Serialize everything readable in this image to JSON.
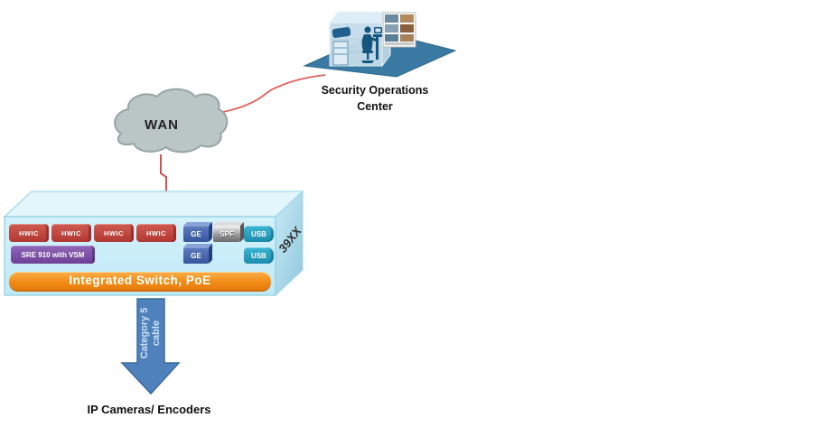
{
  "soc": {
    "line1": "Security Operations",
    "line2": "Center"
  },
  "wan": {
    "label": "WAN"
  },
  "router": {
    "model": "39XX",
    "hwic_modules": [
      "HWIC",
      "HWIC",
      "HWIC",
      "HWIC"
    ],
    "sre_module": "SRE 910 with VSM",
    "ge_modules": [
      "GE",
      "GE"
    ],
    "spf_module": "SPF",
    "usb_modules": [
      "USB",
      "USB"
    ],
    "switch_bar": "Integrated Switch, PoE"
  },
  "cable": {
    "line1": "Category 5",
    "line2": "cable"
  },
  "bottom_label": "IP Cameras/ Encoders",
  "icons": {
    "soc_illustration": "isometric-operations-center-with-operator-and-video-wall",
    "wan_cloud": "network-cloud",
    "router_chassis": "isometric-3d-router-box",
    "cable_arrow": "down-block-arrow",
    "connectors": "red-links"
  },
  "colors": {
    "hwic_red": "#c14540",
    "sre_purple": "#7d4fa0",
    "ge_blue": "#3f5fa8",
    "spf_silver": "#9a9a9a",
    "usb_teal": "#2aa5c6",
    "switch_orange": "#f08a14",
    "chassis_cyan": "#c8edf9",
    "arrow_blue": "#4f81bd",
    "connector_red": "#dd5551",
    "platform_blue": "#3a7aa2",
    "cloud_gray": "#bac6c6"
  }
}
